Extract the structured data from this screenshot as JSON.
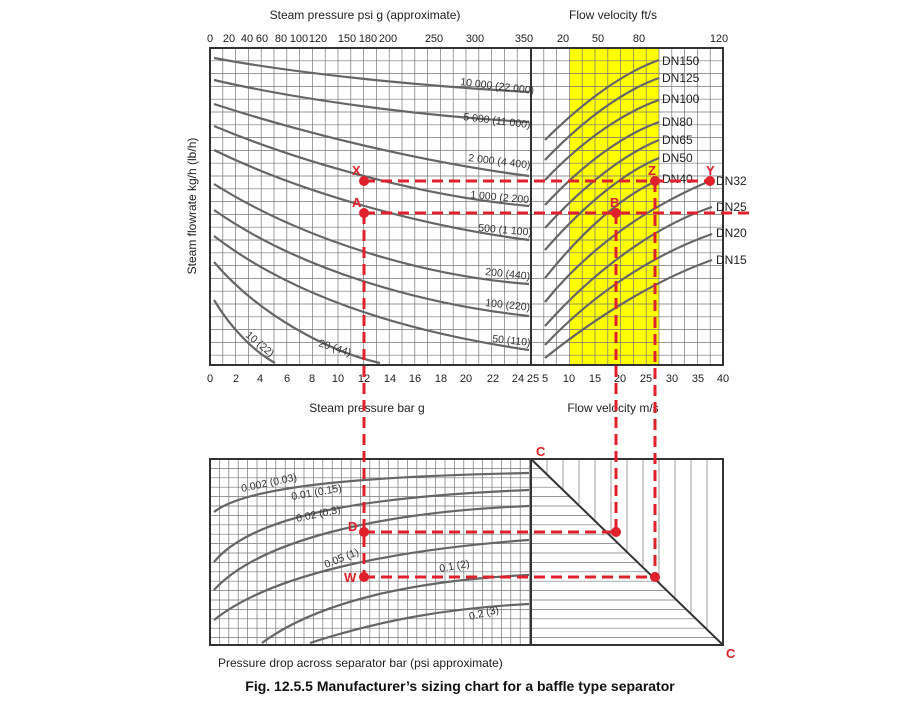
{
  "colors": {
    "construction": "#e0202a",
    "recommended_band": "#ffff00",
    "curve": "#666666",
    "grid": "#777777"
  },
  "axes": {
    "top_left_title": "Steam pressure psi g (approximate)",
    "top_right_title": "Flow velocity ft/s",
    "bottom_left_title": "Steam pressure bar g",
    "bottom_right_title": "Flow velocity m/s",
    "left_title": "Steam flowrate kg/h (lb/h)",
    "lower_title": "Pressure drop across separator bar (psi approximate)",
    "psi_ticks": [
      "0",
      "20",
      "40",
      "60",
      "80",
      "100",
      "120",
      "150",
      "180",
      "200",
      "250",
      "300",
      "350"
    ],
    "fts_ticks": [
      "20",
      "50",
      "80",
      "120"
    ],
    "bar_ticks": [
      "0",
      "2",
      "4",
      "6",
      "8",
      "10",
      "12",
      "14",
      "16",
      "18",
      "20",
      "22",
      "24",
      "25"
    ],
    "ms_ticks": [
      "5",
      "10",
      "15",
      "20",
      "25",
      "30",
      "35",
      "40"
    ]
  },
  "flow_curves": [
    "10 000 (22 000)",
    "5 000 (11 000)",
    "2 000 (4 400)",
    "1 000 (2 200)",
    "500 (1 100)",
    "200 (440)",
    "100 (220)",
    "50 (110)",
    "20 (44)",
    "10 (22)"
  ],
  "pipe_sizes": [
    "DN150",
    "DN125",
    "DN100",
    "DN80",
    "DN65",
    "DN50",
    "DN40",
    "DN32",
    "DN25",
    "DN20",
    "DN15"
  ],
  "pressure_drop_curves": [
    "0.002 (0.03)",
    "0.01 (0.15)",
    "0.02 (0.3)",
    "0.05 (1)",
    "0.1 (2)",
    "0.2 (3)"
  ],
  "points": {
    "X": "X",
    "Y": "Y",
    "Z": "Z",
    "A": "A",
    "B": "B",
    "D": "D",
    "W": "W",
    "C1": "C",
    "C2": "C"
  },
  "caption": "Fig. 12.5.5  Manufacturer’s sizing chart for a baffle type separator"
}
